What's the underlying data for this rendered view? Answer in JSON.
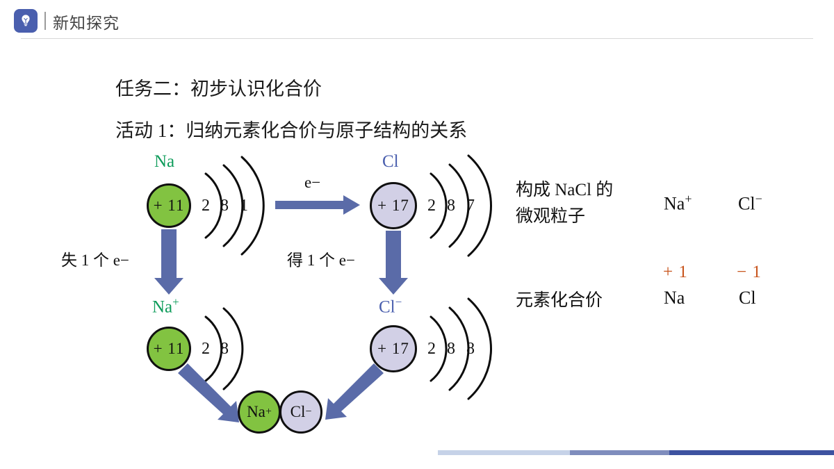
{
  "header": {
    "icon": "lightbulb-icon",
    "title": "新知探究",
    "brand_color": "#4a5fae"
  },
  "headings": {
    "task": "任务二：初步认识化合价",
    "activity": "活动 1：归纳元素化合价与原子结构的关系"
  },
  "colors": {
    "green": "#82c341",
    "lavender": "#d2d0e6",
    "arrow_blue": "#5a6ba8",
    "label_green": "#0f9c5b",
    "label_blue": "#4a5fae",
    "valence_orange": "#c8551d"
  },
  "atoms": {
    "na": {
      "label": "Na",
      "charge": "+ 11",
      "shells": [
        "2",
        "8",
        "1"
      ]
    },
    "cl": {
      "label": "Cl",
      "charge": "+ 17",
      "shells": [
        "2",
        "8",
        "7"
      ]
    },
    "na_ion": {
      "label": "Na",
      "label_sup": "+",
      "charge": "+ 11",
      "shells": [
        "2",
        "8"
      ]
    },
    "cl_ion": {
      "label": "Cl",
      "label_sup": "−",
      "charge": "+ 17",
      "shells": [
        "2",
        "8",
        "8"
      ]
    }
  },
  "flow": {
    "transfer_label": "e−",
    "lose_label": "失 1 个 e−",
    "gain_label": "得 1 个 e−"
  },
  "pair": {
    "na": "Na",
    "na_sup": "+",
    "cl": "Cl",
    "cl_sup": "−"
  },
  "info": {
    "particles_line1": "构成 NaCl 的",
    "particles_line2": "微观粒子",
    "particle_na": "Na",
    "particle_na_sup": "+",
    "particle_cl": "Cl",
    "particle_cl_sup": "−",
    "valence_label": "元素化合价",
    "valence_na_value": "+ 1",
    "valence_na_symbol": "Na",
    "valence_cl_value": "− 1",
    "valence_cl_symbol": "Cl"
  },
  "bottom_bar": {
    "segments": [
      "#c6d2e8",
      "#7f8dbd",
      "#3d52a0"
    ]
  }
}
